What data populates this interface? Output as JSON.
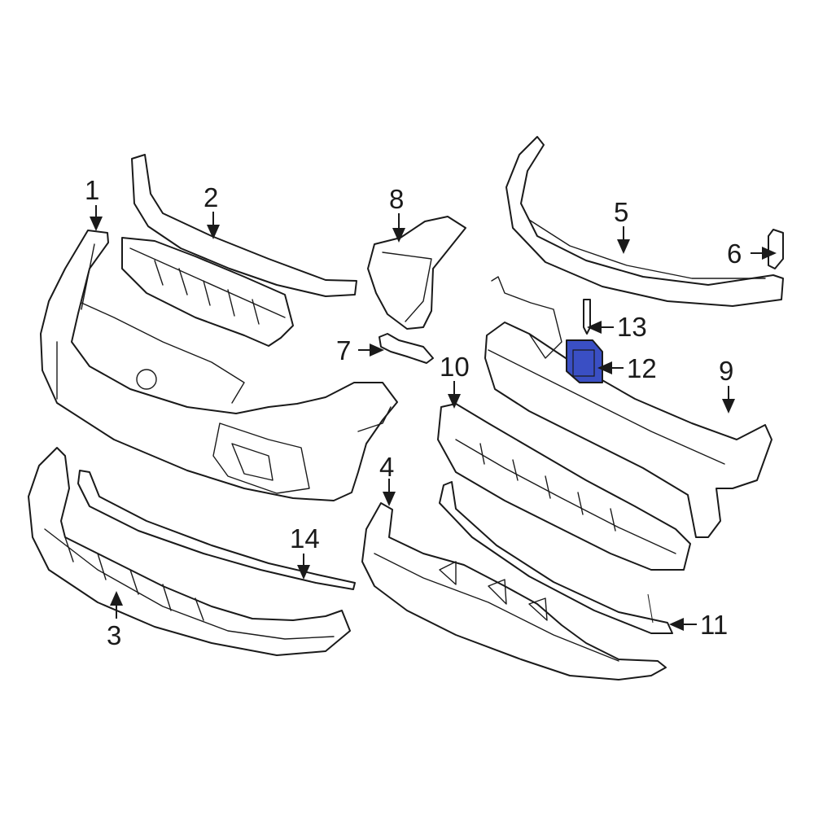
{
  "diagram": {
    "highlight_color": "#3a4fc4",
    "line_color": "#1a1a1a",
    "highlighted_part": "12",
    "callouts": {
      "c1": "1",
      "c2": "2",
      "c3": "3",
      "c4": "4",
      "c5": "5",
      "c6": "6",
      "c7": "7",
      "c8": "8",
      "c9": "9",
      "c10": "10",
      "c11": "11",
      "c12": "12",
      "c13": "13",
      "c14": "14"
    }
  }
}
